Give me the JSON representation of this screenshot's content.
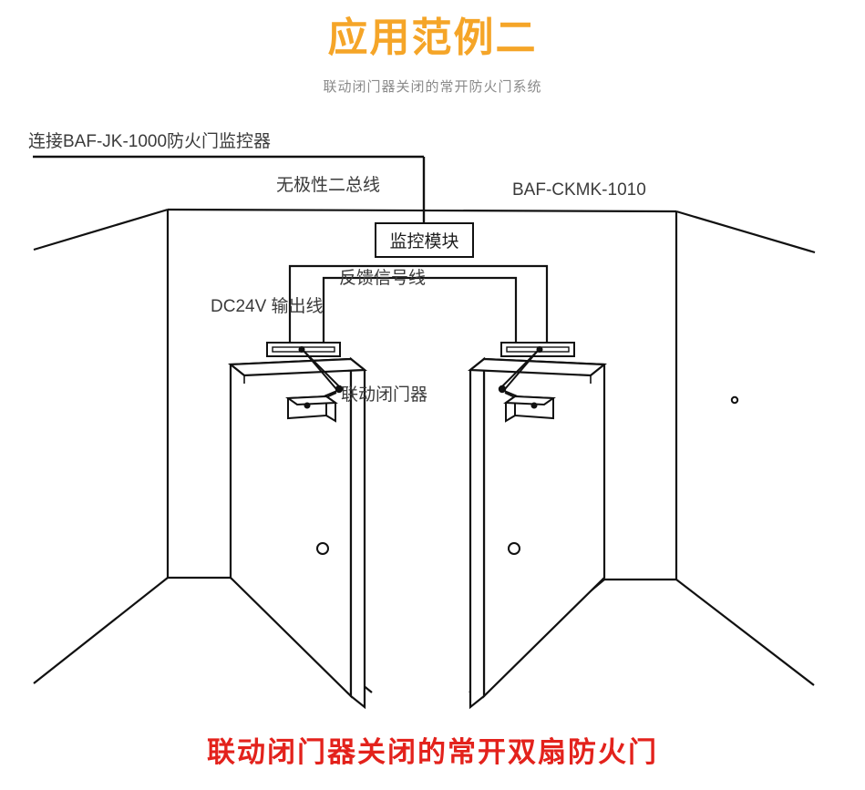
{
  "header": {
    "title": "应用范例二",
    "subtitle": "联动闭门器关闭的常开防火门系统",
    "title_color": "#F5A528",
    "subtitle_color": "#8a8a8a"
  },
  "caption": {
    "text": "联动闭门器关闭的常开双扇防火门",
    "color": "#E3221C"
  },
  "labels": {
    "monitor_link": "连接BAF-JK-1000防火门监控器",
    "bus_line": "无极性二总线",
    "model_code": "BAF-CKMK-1010",
    "module_box": "监控模块",
    "feedback_wire": "反馈信号线",
    "dc24v_wire": "DC24V 输出线",
    "door_closer": "联动闭门器"
  },
  "diagram": {
    "line_color": "#111111",
    "fill_color": "#ffffff",
    "parts": [
      "left-wall",
      "right-wall",
      "back-wall",
      "left-door-panel",
      "right-door-panel",
      "left-slide-rail",
      "right-slide-rail",
      "left-closer-body",
      "right-closer-body",
      "left-closer-arm",
      "right-closer-arm",
      "left-door-handle",
      "right-door-handle",
      "wall-outlet-dot"
    ]
  }
}
